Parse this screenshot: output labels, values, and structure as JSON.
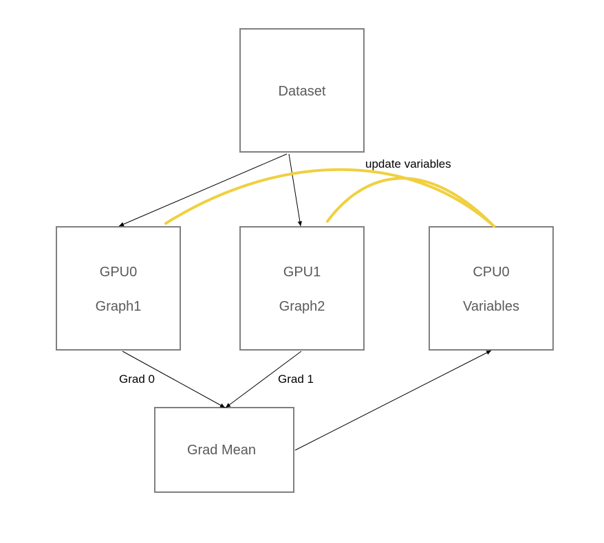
{
  "diagram": {
    "nodes": {
      "dataset": {
        "label": "Dataset"
      },
      "gpu0": {
        "line1": "GPU0",
        "line2": "Graph1"
      },
      "gpu1": {
        "line1": "GPU1",
        "line2": "Graph2"
      },
      "cpu0": {
        "line1": "CPU0",
        "line2": "Variables"
      },
      "grad_mean": {
        "label": "Grad Mean"
      }
    },
    "edges": [
      {
        "from": "dataset",
        "to": "gpu0"
      },
      {
        "from": "dataset",
        "to": "gpu1"
      },
      {
        "from": "gpu0",
        "to": "grad_mean",
        "label": "Grad 0"
      },
      {
        "from": "gpu1",
        "to": "grad_mean",
        "label": "Grad 1"
      },
      {
        "from": "grad_mean",
        "to": "cpu0"
      }
    ],
    "sync_links": [
      {
        "from": "cpu0",
        "to": "gpu0"
      },
      {
        "from": "cpu0",
        "to": "gpu1"
      }
    ],
    "labels": {
      "grad0": "Grad 0",
      "grad1": "Grad 1",
      "update": "update variables"
    },
    "colors": {
      "box_border": "#7f7f7f",
      "box_text": "#5a5a5a",
      "arrow": "#000000",
      "sync_curve": "#f0d040"
    }
  }
}
